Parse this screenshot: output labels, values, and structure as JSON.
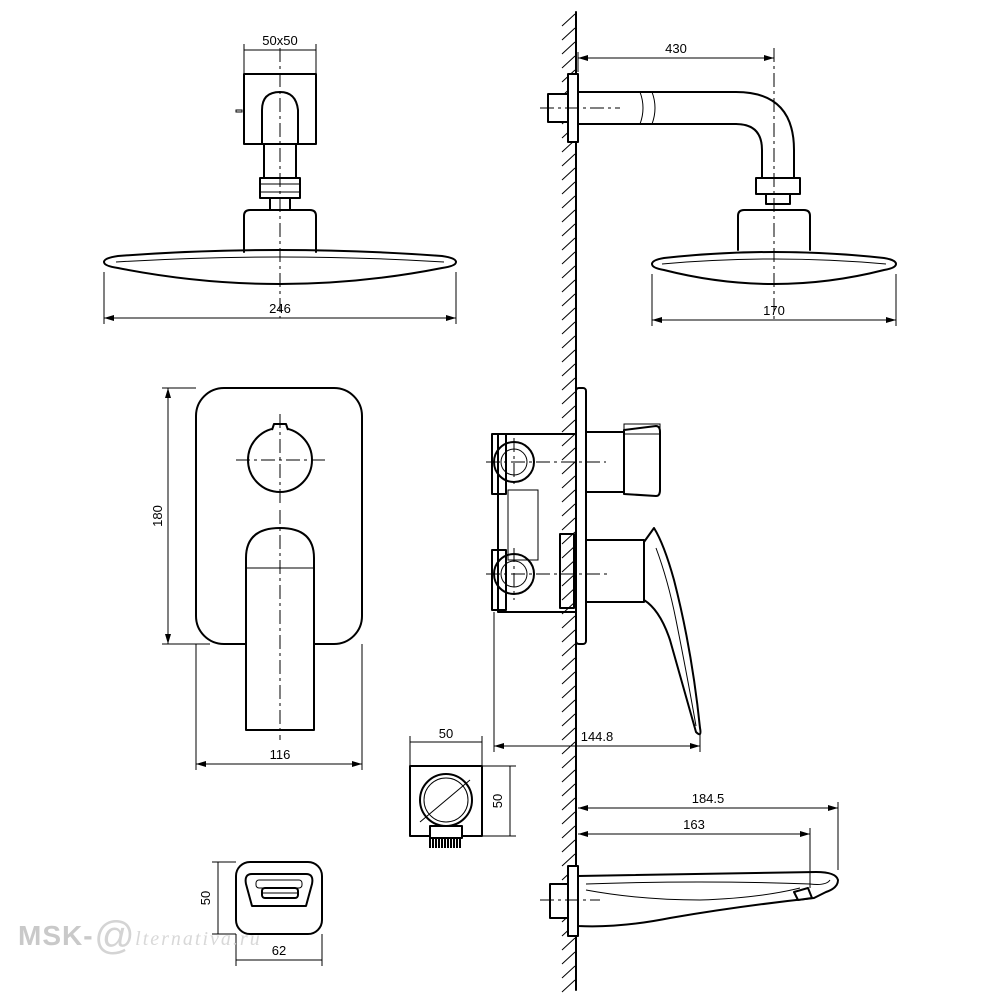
{
  "dimensions": {
    "arm_square": "50x50",
    "head_front_width": "246",
    "arm_reach": "430",
    "head_side_width": "170",
    "plate_height": "180",
    "plate_width": "116",
    "mixer_depth": "144.8",
    "outlet_width": "50",
    "outlet_height": "50",
    "spout_total": "184.5",
    "spout_reach": "163",
    "small_height": "50",
    "small_width": "62"
  },
  "watermark": {
    "brand": "MSK-",
    "at": "@",
    "rest": "lternativa.ru"
  }
}
